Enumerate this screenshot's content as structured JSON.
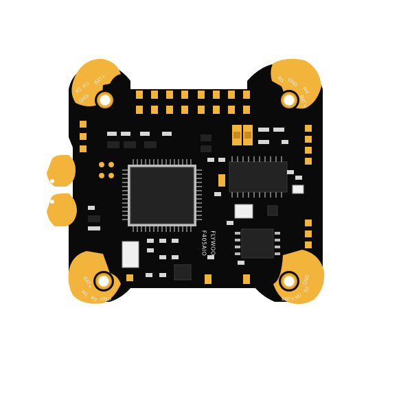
{
  "board": {
    "brand": "FLYWOO",
    "model": "F405AIO",
    "colors": {
      "pcb": "#0a0a0a",
      "gold": "#f2b43a",
      "gold_dark": "#c98a1e",
      "chip": "#232323",
      "pin": "#b8b8b8"
    }
  },
  "corners": {
    "top_left": {
      "pad1": "BAT+",
      "pad2": "M3",
      "pad3": "R5",
      "pad4": "GND"
    },
    "top_right": {
      "pad1": "R5",
      "pad2": "GND",
      "pad3": "M4",
      "pad4": "BAT+"
    },
    "bottom_left": {
      "pad1": "BAT+",
      "pad2": "M1",
      "pad3": "R5",
      "pad4": "GND"
    },
    "bottom_right": {
      "pad1": "BAT+",
      "pad2": "M2",
      "pad3": "R5",
      "pad4": "GND"
    }
  }
}
